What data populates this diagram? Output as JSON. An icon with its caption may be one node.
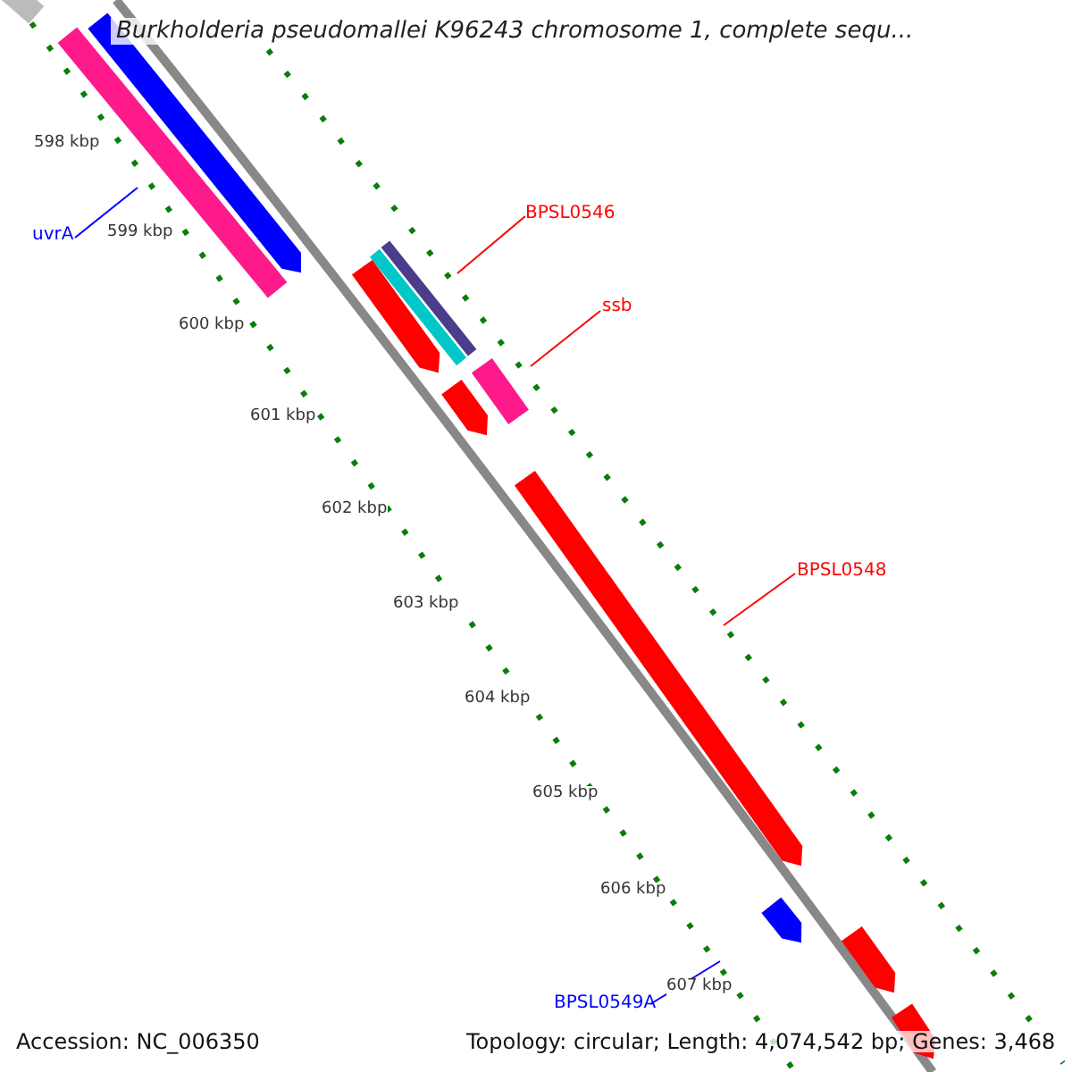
{
  "diagram": {
    "title": "Burkholderia pseudomallei K96243 chromosome 1, complete sequ...",
    "nodes": [
      {
        "text": [
          "uvrA"
        ]
      },
      {
        "text": [
          "BPSL0546"
        ]
      },
      {
        "text": [
          "ssb"
        ]
      },
      {
        "text": [
          "BPSL0548"
        ]
      },
      {
        "text": [
          "BPSL0549A"
        ]
      }
    ],
    "edges": [
      {
        "from": 0,
        "to": null,
        "arrow": "none",
        "color": "#0000ff"
      },
      {
        "from": 1,
        "to": null,
        "arrow": "none"
      },
      {
        "from": 2,
        "to": null,
        "arrow": "none"
      },
      {
        "from": 3,
        "to": null,
        "arrow": "none"
      },
      {
        "from": 4,
        "to": null,
        "arrow": "none",
        "color": "#0000ff"
      }
    ],
    "labels": [
      "598 kbp",
      "599 kbp",
      "600 kbp",
      "601 kbp",
      "602 kbp",
      "603 kbp",
      "604 kbp",
      "605 kbp",
      "606 kbp",
      "607 kbp",
      "Accession: NC_006350",
      "Topology: circular; Length: 4,074,542 bp; Genes: 3,468"
    ]
  }
}
